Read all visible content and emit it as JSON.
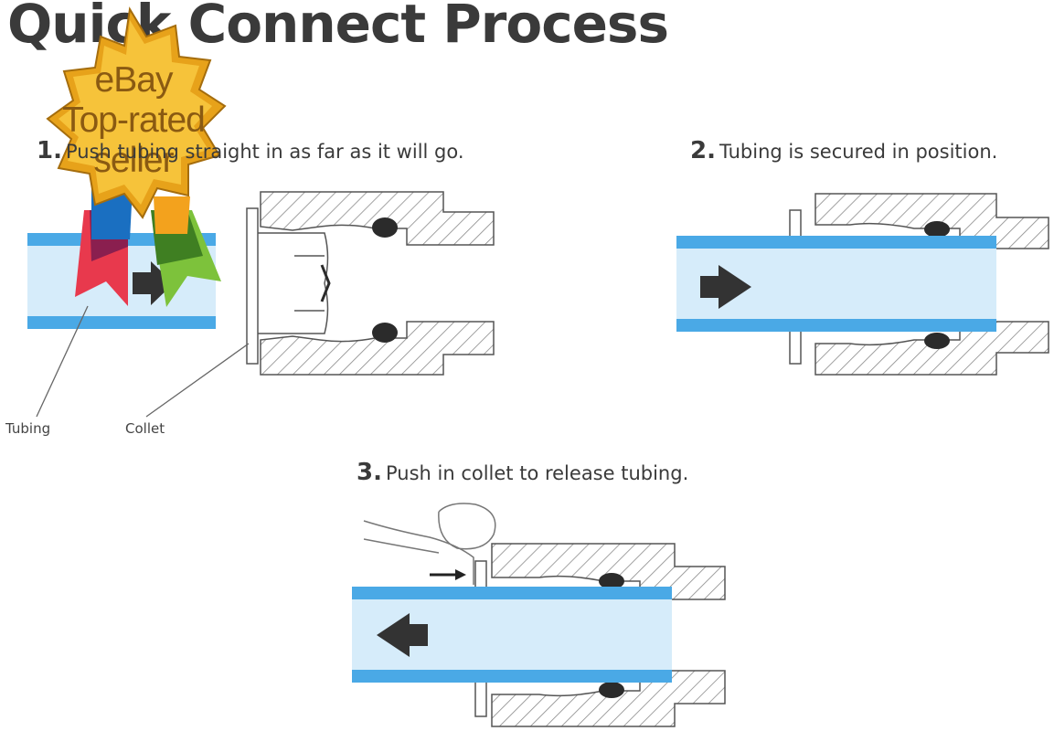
{
  "title": "Quick Connect Process",
  "steps": [
    {
      "number": "1.",
      "text": "Push tubing straight in as far as it will go."
    },
    {
      "number": "2.",
      "text": "Tubing is secured in position."
    },
    {
      "number": "3.",
      "text": "Push in collet to release tubing."
    }
  ],
  "labels": {
    "tubing": "Tubing",
    "collet": "Collet"
  },
  "badge": {
    "line1": "eBay",
    "line2": "Top-rated",
    "line3": "seller"
  },
  "colors": {
    "tube_fill": "#d6ecfa",
    "tube_wall": "#4aa9e6",
    "text": "#3a3a3a",
    "badge_gold": "#f1b31c"
  }
}
